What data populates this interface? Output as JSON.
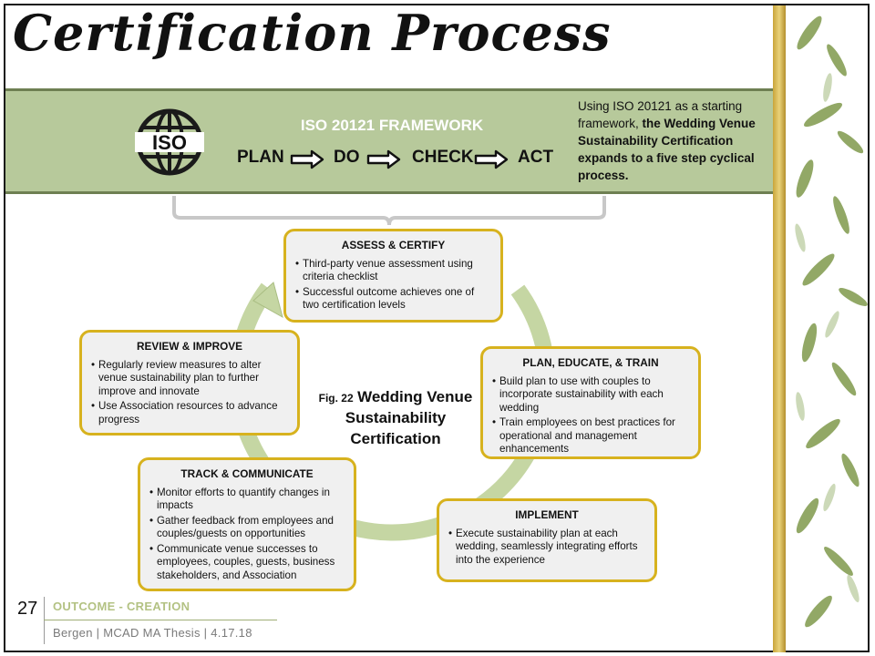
{
  "title": "Certification Process",
  "framework": {
    "logo_text": "ISO",
    "title": "ISO 20121 FRAMEWORK",
    "steps": [
      "PLAN",
      "DO",
      "CHECK",
      "ACT"
    ],
    "description_plain": "Using ISO 20121 as a starting framework, ",
    "description_bold": "the Wedding Venue Sustainability Certification expands to a five step cyclical process."
  },
  "cycle": [
    {
      "title": "ASSESS & CERTIFY",
      "bullets": [
        "Third-party venue assessment using criteria checklist",
        "Successful outcome achieves one of two certification levels"
      ]
    },
    {
      "title": "PLAN, EDUCATE, & TRAIN",
      "bullets": [
        "Build plan to use with couples to incorporate sustainability with each wedding",
        "Train employees on best practices  for operational and management enhancements"
      ]
    },
    {
      "title": "IMPLEMENT",
      "bullets": [
        "Execute sustainability plan at each wedding, seamlessly integrating efforts into the experience"
      ]
    },
    {
      "title": "TRACK & COMMUNICATE",
      "bullets": [
        "Monitor efforts to quantify changes in impacts",
        "Gather feedback from employees and couples/guests on opportunities",
        "Communicate venue successes to employees, couples, guests, business stakeholders, and Association"
      ]
    },
    {
      "title": "REVIEW & IMPROVE",
      "bullets": [
        "Regularly review measures to alter venue sustainability plan to further improve and innovate",
        "Use Association resources to advance progress"
      ]
    }
  ],
  "figure": {
    "number": "Fig. 22",
    "title": "Wedding Venue Sustainability Certification"
  },
  "footer": {
    "page_number": "27",
    "section": "OUTCOME - CREATION",
    "credit": "Bergen | MCAD MA Thesis | 4.17.18"
  },
  "colors": {
    "band": "#b7c99b",
    "card_border": "#d7b21e",
    "card_fill": "#f0f0f0",
    "cycle_arrow": "#c5d6a3",
    "section_text": "#b3c283"
  }
}
